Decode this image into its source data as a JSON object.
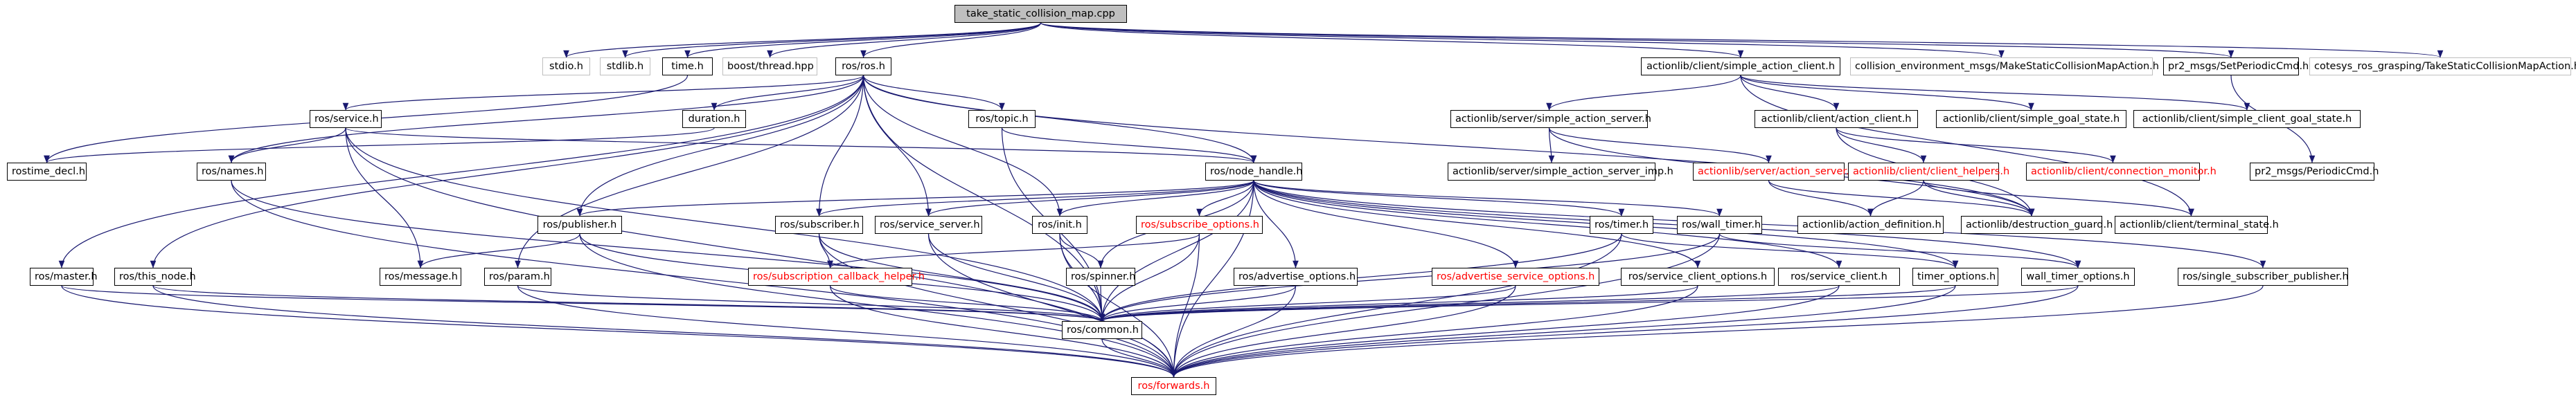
{
  "diagram": {
    "type": "include-dependency-graph",
    "root": "take_static_collision_map.cpp",
    "colors": {
      "root_fill": "#bfbfbf",
      "edge": "#191970",
      "system_header_border": "#bfbfbf",
      "undocumented_header": "#ff0000"
    },
    "nodes": {
      "root": "take_static_collision_map.cpp",
      "stdio": "stdio.h",
      "stdlib": "stdlib.h",
      "time": "time.h",
      "boost_thread": "boost/thread.hpp",
      "ros_ros": "ros/ros.h",
      "simple_action_client": "actionlib/client/simple_action_client.h",
      "collision_env": "collision_environment_msgs/MakeStaticCollisionMapAction.h",
      "set_periodic_cmd": "pr2_msgs/SetPeriodicCmd.h",
      "cotesys": "cotesys_ros_grasping/TakeStaticCollisionMapAction.h",
      "duration": "duration.h",
      "rostime_decl": "rostime_decl.h",
      "service": "ros/service.h",
      "names": "ros/names.h",
      "topic": "ros/topic.h",
      "node_handle": "ros/node_handle.h",
      "simple_action_server": "actionlib/server/simple_action_server.h",
      "simple_action_server_imp": "actionlib/server/simple_action_server_imp.h",
      "action_client": "actionlib/client/action_client.h",
      "simple_goal_state": "actionlib/client/simple_goal_state.h",
      "simple_client_goal_state": "actionlib/client/simple_client_goal_state.h",
      "periodic_cmd": "pr2_msgs/PeriodicCmd.h",
      "action_server": "actionlib/server/action_server.h",
      "client_helpers": "actionlib/client/client_helpers.h",
      "connection_monitor": "actionlib/client/connection_monitor.h",
      "action_definition": "actionlib/action_definition.h",
      "destruction_guard": "actionlib/destruction_guard.h",
      "terminal_state": "actionlib/client/terminal_state.h",
      "publisher": "ros/publisher.h",
      "subscriber": "ros/subscriber.h",
      "service_server": "ros/service_server.h",
      "init": "ros/init.h",
      "subscribe_options": "ros/subscribe_options.h",
      "timer": "ros/timer.h",
      "wall_timer": "ros/wall_timer.h",
      "message": "ros/message.h",
      "master": "ros/master.h",
      "this_node": "ros/this_node.h",
      "param": "ros/param.h",
      "subscription_callback_helper": "ros/subscription_callback_helper.h",
      "spinner": "ros/spinner.h",
      "advertise_options": "ros/advertise_options.h",
      "advertise_service_options": "ros/advertise_service_options.h",
      "service_client_options": "ros/service_client_options.h",
      "service_client": "ros/service_client.h",
      "timer_options": "timer_options.h",
      "wall_timer_options": "wall_timer_options.h",
      "single_subscriber_publisher": "ros/single_subscriber_publisher.h",
      "common": "ros/common.h",
      "forwards": "ros/forwards.h"
    }
  }
}
